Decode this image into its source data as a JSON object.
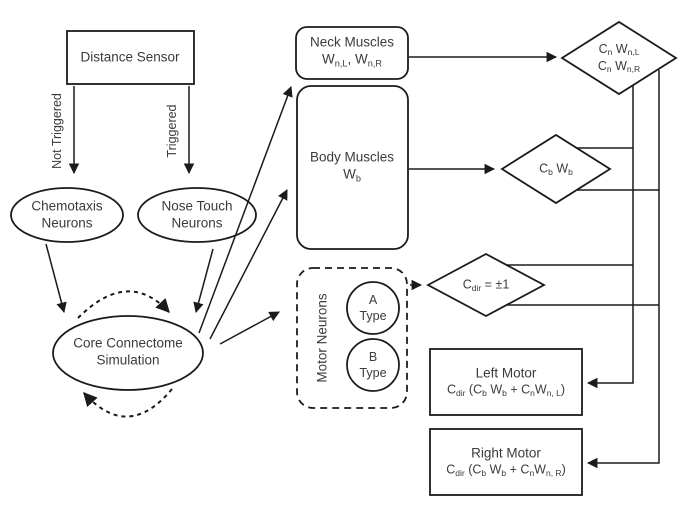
{
  "title": "Connectome simulation signal-flow diagram",
  "colors": {
    "background": "#ffffff",
    "stroke": "#1b1b1b",
    "text": "#3b3b3b"
  },
  "nodes": {
    "distance_sensor": {
      "label": "Distance Sensor"
    },
    "chemotaxis": {
      "line1": "Chemotaxis",
      "line2": "Neurons"
    },
    "nose_touch": {
      "line1": "Nose Touch",
      "line2": "Neurons"
    },
    "core": {
      "line1": "Core Connectome",
      "line2": "Simulation"
    },
    "neck_muscles": {
      "title": "Neck Muscles",
      "weights": [
        [
          "W",
          false
        ],
        [
          "n,L",
          true
        ],
        [
          ", W",
          false
        ],
        [
          "n,R",
          true
        ]
      ]
    },
    "body_muscles": {
      "title": "Body Muscles",
      "weights": [
        [
          "W",
          false
        ],
        [
          "b",
          true
        ]
      ]
    },
    "motor_neurons": {
      "label": "Motor Neurons",
      "a_type": {
        "line1": "A",
        "line2": "Type"
      },
      "b_type": {
        "line1": "B",
        "line2": "Type"
      }
    },
    "diamond_neck": {
      "line1": [
        [
          "C",
          false
        ],
        [
          "n",
          true
        ],
        [
          " W",
          false
        ],
        [
          "n,L",
          true
        ]
      ],
      "line2": [
        [
          "C",
          false
        ],
        [
          "n",
          true
        ],
        [
          " W",
          false
        ],
        [
          "n,R",
          true
        ]
      ]
    },
    "diamond_body": {
      "line1": [
        [
          "C",
          false
        ],
        [
          "b",
          true
        ],
        [
          " W",
          false
        ],
        [
          "b",
          true
        ]
      ]
    },
    "diamond_dir": {
      "line1": [
        [
          "C",
          false
        ],
        [
          "dir",
          true
        ],
        [
          " = ±1",
          false
        ]
      ]
    },
    "left_motor": {
      "title": "Left Motor",
      "formula": [
        [
          "C",
          false
        ],
        [
          "dir",
          true
        ],
        [
          " (C",
          false
        ],
        [
          "b",
          true
        ],
        [
          " W",
          false
        ],
        [
          "b",
          true
        ],
        [
          " + C",
          false
        ],
        [
          "n",
          true
        ],
        [
          "W",
          false
        ],
        [
          "n, L",
          true
        ],
        [
          ")",
          false
        ]
      ]
    },
    "right_motor": {
      "title": "Right Motor",
      "formula": [
        [
          "C",
          false
        ],
        [
          "dir",
          true
        ],
        [
          " (C",
          false
        ],
        [
          "b",
          true
        ],
        [
          " W",
          false
        ],
        [
          "b",
          true
        ],
        [
          " + C",
          false
        ],
        [
          "n",
          true
        ],
        [
          "W",
          false
        ],
        [
          "n, R",
          true
        ],
        [
          ")",
          false
        ]
      ]
    }
  },
  "edge_labels": {
    "not_triggered": "Not Triggered",
    "triggered": "Triggered"
  }
}
